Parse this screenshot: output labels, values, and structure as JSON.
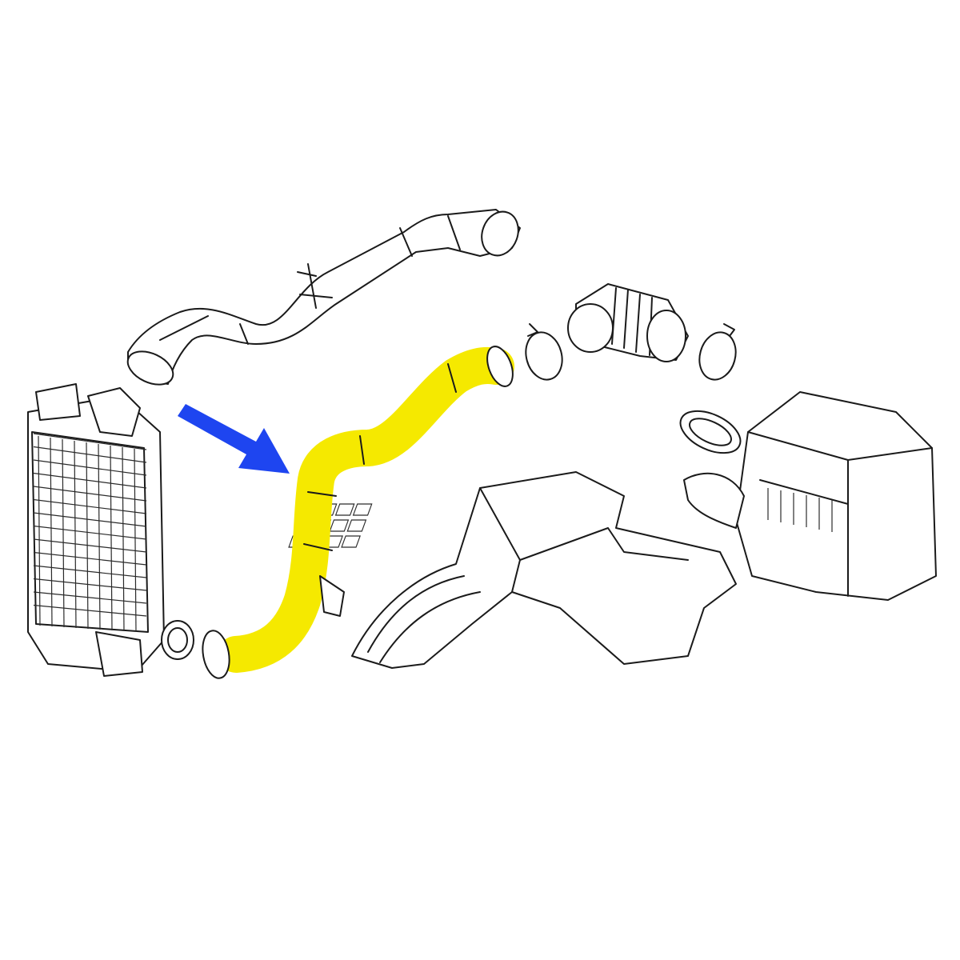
{
  "diagram": {
    "highlight_color": "#f5e900",
    "highlight_outline": "#c8be00",
    "arrow_color": "#1e45f0",
    "line_color": "#1a1a1a",
    "background": "#ffffff",
    "parts": [
      {
        "name": "intercooler",
        "highlighted": false
      },
      {
        "name": "upper-charge-pipe",
        "highlighted": false
      },
      {
        "name": "intercooler-hose",
        "highlighted": true
      },
      {
        "name": "turbo-inlet-sleeve",
        "highlighted": false
      },
      {
        "name": "hose-clamps",
        "highlighted": false
      },
      {
        "name": "air-intake-duct",
        "highlighted": false
      },
      {
        "name": "engine-block",
        "highlighted": false
      }
    ]
  }
}
